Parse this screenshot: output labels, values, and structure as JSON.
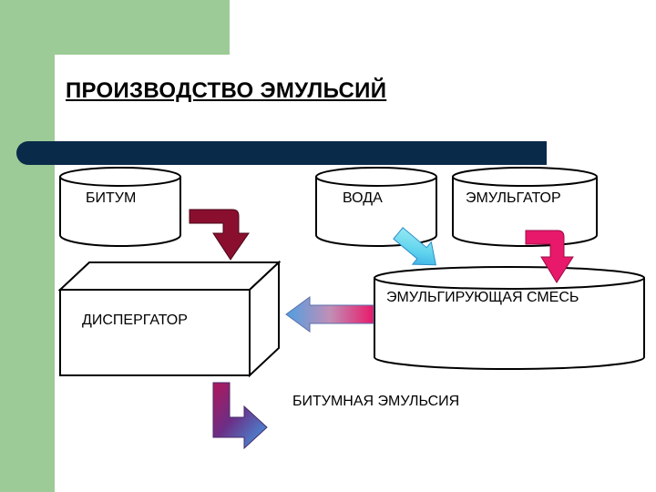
{
  "title": "ПРОИЗВОДСТВО  ЭМУЛЬСИЙ",
  "nodes": {
    "bitum": "БИТУМ",
    "voda": "ВОДА",
    "emulgator": "ЭМУЛЬГАТОР",
    "mixture": "ЭМУЛЬГИРУЮЩАЯ  СМЕСЬ",
    "dispergator": "ДИСПЕРГАТОР",
    "output": "БИТУМНАЯ ЭМУЛЬСИЯ"
  },
  "colors": {
    "green": "#9dcb97",
    "bar": "#0a2a4a",
    "arrow_dark_red": "#8a0f2e",
    "arrow_pink": "#e8196a",
    "arrow_cyan": "#5fd3ee",
    "arrow_blue": "#3f8fd8"
  }
}
